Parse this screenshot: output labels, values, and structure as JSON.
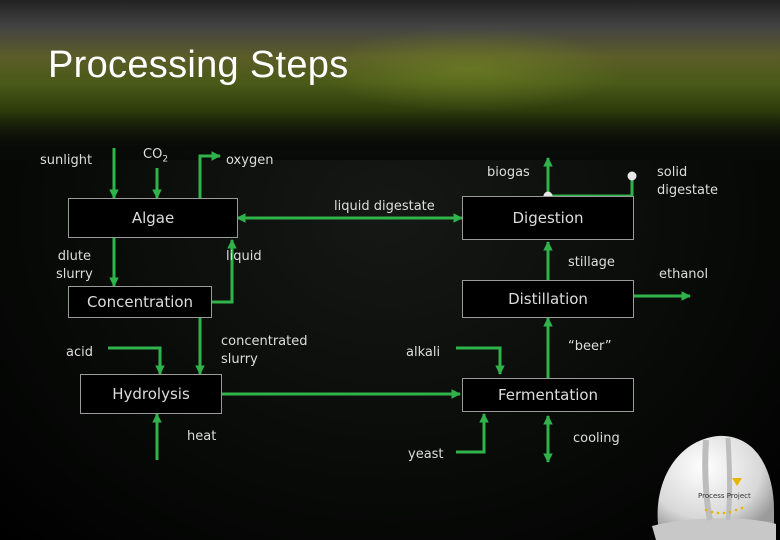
{
  "title": "Processing Steps",
  "boxes": {
    "algae": "Algae",
    "digestion": "Digestion",
    "concentration": "Concentration",
    "distillation": "Distillation",
    "hydrolysis": "Hydrolysis",
    "fermentation": "Fermentation"
  },
  "labels": {
    "sunlight": "sunlight",
    "co2": "CO",
    "co2_sub": "2",
    "oxygen": "oxygen",
    "biogas": "biogas",
    "solid_digestate_1": "solid",
    "solid_digestate_2": "digestate",
    "liquid_digestate": "liquid digestate",
    "dilute_slurry_1": "dlute",
    "dilute_slurry_2": "slurry",
    "liquid": "liquid",
    "stillage": "stillage",
    "ethanol": "ethanol",
    "concentrated_slurry_1": "concentrated",
    "concentrated_slurry_2": "slurry",
    "acid": "acid",
    "alkali": "alkali",
    "beer": "“beer”",
    "heat": "heat",
    "yeast": "yeast",
    "cooling": "cooling"
  },
  "logo_text": "Process Project",
  "colors": {
    "arrow": "#2fb34a",
    "box_border": "#9a9a9a",
    "text": "#dddddd"
  }
}
